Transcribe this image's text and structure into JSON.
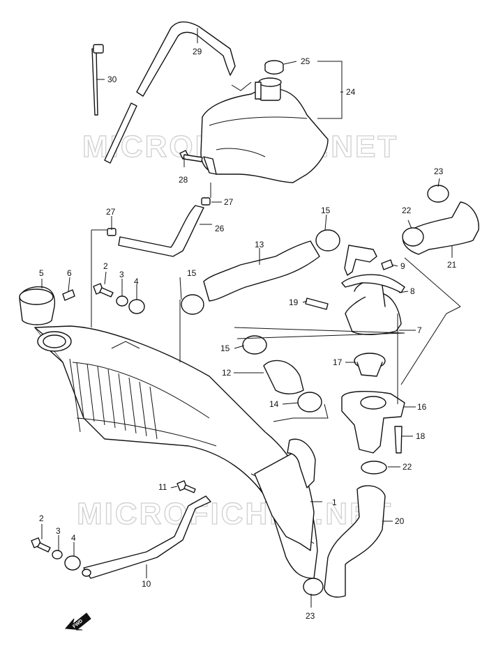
{
  "watermark": "MICROFICHES.NET",
  "fwd_label": "FWD",
  "callouts": {
    "c1": "1",
    "c2a": "2",
    "c2b": "2",
    "c3a": "3",
    "c3b": "3",
    "c4a": "4",
    "c4b": "4",
    "c5": "5",
    "c6": "6",
    "c7": "7",
    "c8": "8",
    "c9": "9",
    "c10": "10",
    "c11": "11",
    "c12": "12",
    "c13": "13",
    "c14": "14",
    "c15a": "15",
    "c15b": "15",
    "c15c": "15",
    "c16": "16",
    "c17": "17",
    "c18": "18",
    "c19": "19",
    "c20": "20",
    "c21": "21",
    "c22a": "22",
    "c22b": "22",
    "c23a": "23",
    "c23b": "23",
    "c24": "24",
    "c25": "25",
    "c26": "26",
    "c27a": "27",
    "c27b": "27",
    "c28": "28",
    "c29": "29",
    "c30": "30"
  }
}
